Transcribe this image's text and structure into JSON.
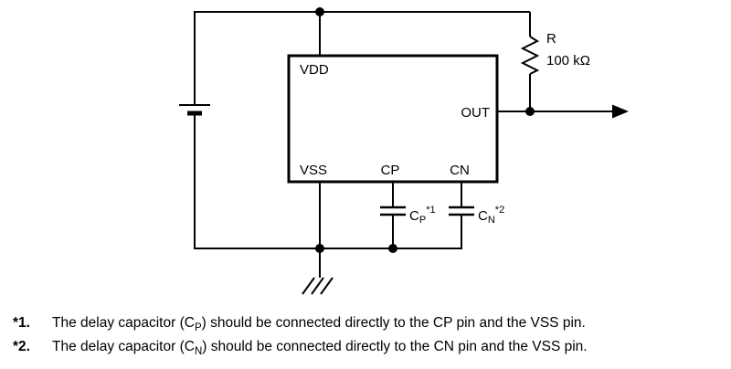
{
  "diagram": {
    "colors": {
      "line": "#000000",
      "background": "#ffffff"
    },
    "ic": {
      "pin_vdd": "VDD",
      "pin_out": "OUT",
      "pin_vss": "VSS",
      "pin_cp": "CP",
      "pin_cn": "CN"
    },
    "resistor": {
      "name": "R",
      "value": "100 kΩ"
    },
    "cap_p": {
      "base": "C",
      "sub": "P",
      "ref": "*1"
    },
    "cap_n": {
      "base": "C",
      "sub": "N",
      "ref": "*2"
    }
  },
  "footnotes": [
    {
      "marker": "*1.",
      "pre": "The delay capacitor (C",
      "sub": "P",
      "post": ") should be connected directly to the CP pin and the VSS pin."
    },
    {
      "marker": "*2.",
      "pre": "The delay capacitor (C",
      "sub": "N",
      "post": ") should be connected directly to the CN pin and the VSS pin."
    }
  ]
}
